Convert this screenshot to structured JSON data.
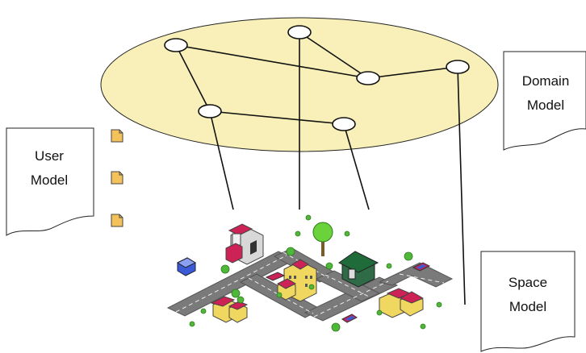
{
  "labels": {
    "domain_model": [
      "Domain",
      "Model"
    ],
    "user_model": [
      "User",
      "Model"
    ],
    "space_model": [
      "Space",
      "Model"
    ]
  },
  "colors": {
    "ellipse_fill": "#f8f0b8",
    "ellipse_stroke": "#222222",
    "node_fill": "#ffffff",
    "road": "#7a7a7a",
    "grass": "#4fb83a",
    "roof_red": "#cc2255",
    "roof_green": "#1f6b3a",
    "wall_yellow": "#f0d860",
    "page_icon": "#f3c25a"
  },
  "icons": [
    "page-icon",
    "page-icon",
    "page-icon"
  ]
}
